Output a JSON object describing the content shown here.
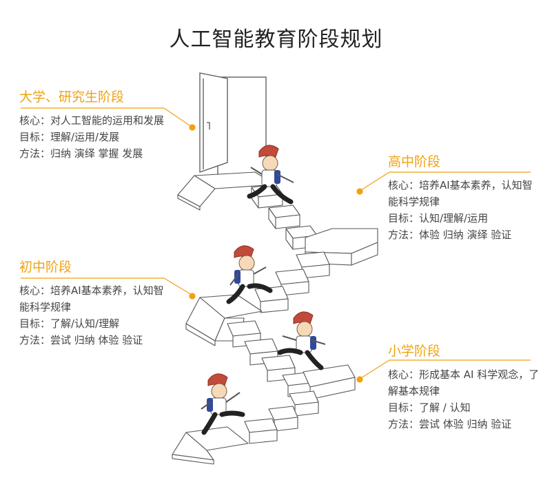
{
  "title": "人工智能教育阶段规划",
  "accent_color": "#f0a20f",
  "stages": [
    {
      "name": "大学、研究生阶段",
      "core": "核心：对人工智能的运用和发展",
      "goal": "目标：理解/运用/发展",
      "method": "方法：归纳  演绎  掌握  发展"
    },
    {
      "name": "高中阶段",
      "core": "核心：培养AI基本素养，认知智能科学规律",
      "goal": "目标：认知/理解/运用",
      "method": "方法：体验  归纳  演绎  验证"
    },
    {
      "name": "初中阶段",
      "core": "核心：培养AI基本素养，认知智能科学规律",
      "goal": "目标：了解/认知/理解",
      "method": "方法：尝试  归纳  体验  验证"
    },
    {
      "name": "小学阶段",
      "core": "核心：形成基本 AI 科学观念，了解基本规律",
      "goal": "目标：了解 / 认知",
      "method": "方法：尝试  体验  归纳  验证"
    }
  ],
  "illustration": {
    "figures": 4,
    "icons": [
      "staircase-icon",
      "open-door-icon",
      "child-climbing-icon"
    ]
  }
}
